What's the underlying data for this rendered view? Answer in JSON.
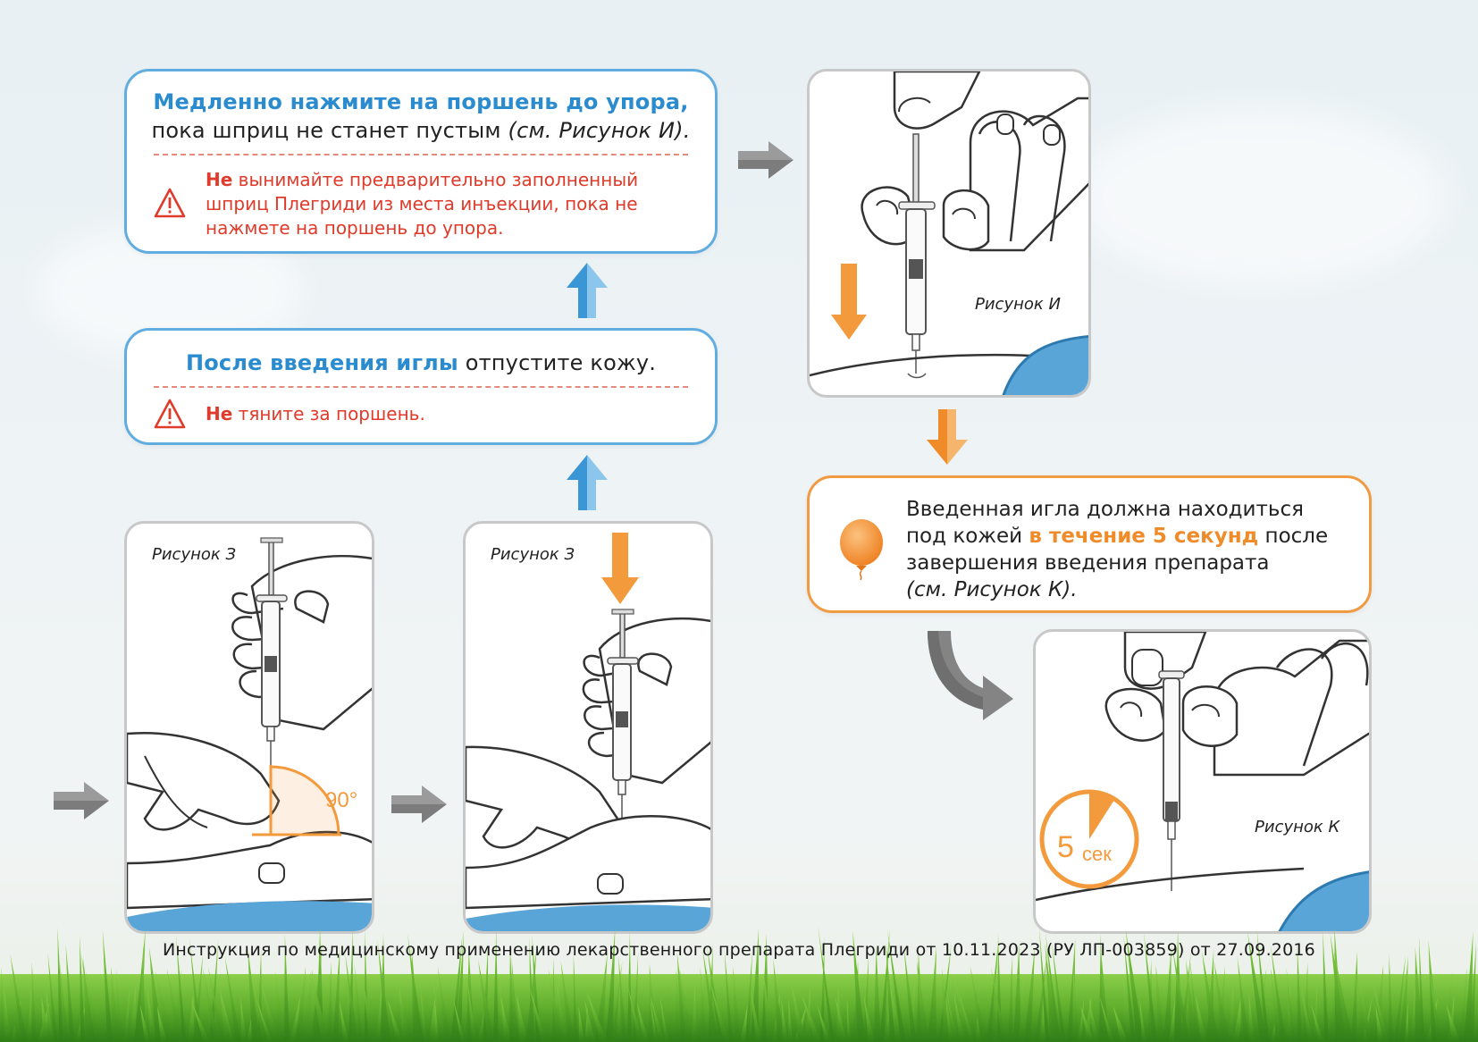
{
  "step_top": {
    "title_bold": "Медленно нажмите на поршень до упора,",
    "title_line2": "пока шприц не станет пустым",
    "title_ref": "(см. Рисунок И).",
    "warning_not": "Не",
    "warning_text_1": "вынимайте предварительно заполненный",
    "warning_text_2": "шприц Плегриди из места инъекции, пока не",
    "warning_text_3": "нажмете на поршень до упора."
  },
  "step_middle": {
    "title_bold": "После введения иглы",
    "title_rest": "отпустите кожу.",
    "warning_not": "Не",
    "warning_text": "тяните за поршень."
  },
  "step_hold": {
    "line1": "Введенная игла должна находиться",
    "line2_pre": "под кожей",
    "line2_bold": "в течение 5 секунд",
    "line2_post": "после",
    "line3": "завершения введения препарата",
    "line4": "(см. Рисунок К)."
  },
  "figures": {
    "fig_z1": "Рисунок З",
    "fig_z2": "Рисунок З",
    "fig_i": "Рисунок И",
    "fig_k": "Рисунок К",
    "angle": "90°",
    "timer_num": "5",
    "timer_unit": "сек"
  },
  "footer": "Инструкция по медицинскому применению лекарственного препарата Плегриди от 10.11.2023 (РУ ЛП-003859) от 27.09.2016",
  "colors": {
    "blue": "#2b8bcf",
    "orange": "#f08b2a",
    "red": "#e03a2a",
    "gray_arrow": "#8a8a8a"
  },
  "icons": [
    "warning-icon",
    "balloon-icon",
    "timer-icon",
    "arrow-right-icon",
    "arrow-up-icon",
    "arrow-down-icon",
    "curved-arrow-icon"
  ]
}
